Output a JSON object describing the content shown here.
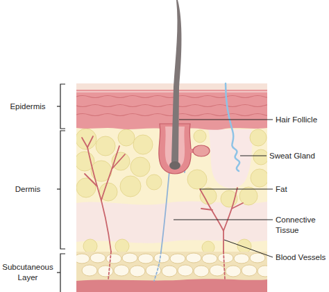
{
  "diagram": {
    "labels": [
      "Epidermis",
      "Hair Follicle",
      "Sweat Gland",
      "Dermis",
      "Fat",
      "Connective Tissue",
      "Blood Vessels",
      "Subcutaneous Layer"
    ]
  }
}
